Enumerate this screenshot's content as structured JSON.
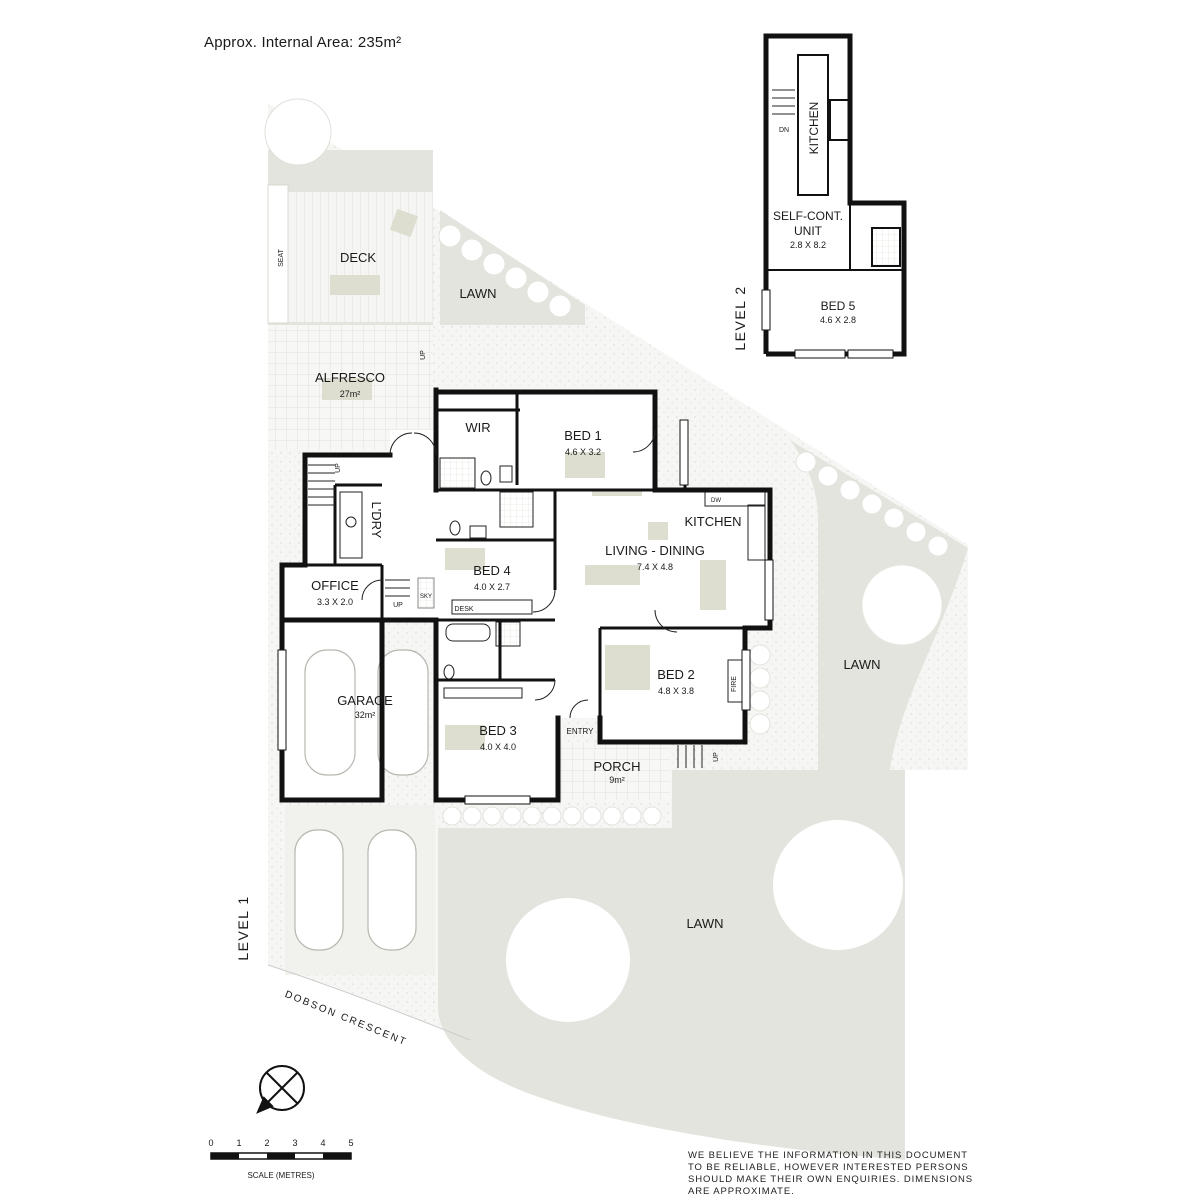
{
  "header": {
    "area": "Approx. Internal Area: 235m²"
  },
  "levels": {
    "level1": "LEVEL 1",
    "level2": "LEVEL 2"
  },
  "street": "DOBSON CRESCENT",
  "rooms": {
    "deck": {
      "name": "DECK"
    },
    "seat": {
      "name": "SEAT"
    },
    "alfresco": {
      "name": "ALFRESCO",
      "area": "27m²"
    },
    "wir": {
      "name": "WIR"
    },
    "bed1": {
      "name": "BED 1",
      "dims": "4.6 X 3.2"
    },
    "kitchen": {
      "name": "KITCHEN"
    },
    "living": {
      "name": "LIVING - DINING",
      "dims": "7.4 X 4.8"
    },
    "ldry": {
      "name": "L'DRY"
    },
    "office": {
      "name": "OFFICE",
      "dims": "3.3 X 2.0"
    },
    "bed4": {
      "name": "BED 4",
      "dims": "4.0 X 2.7"
    },
    "desk": {
      "name": "DESK"
    },
    "sky": {
      "name": "SKY"
    },
    "garage": {
      "name": "GARAGE",
      "area": "32m²"
    },
    "bed2": {
      "name": "BED 2",
      "dims": "4.8 X 3.8"
    },
    "fire": {
      "name": "FIRE"
    },
    "dw": {
      "name": "DW"
    },
    "bed3": {
      "name": "BED 3",
      "dims": "4.0 X 4.0"
    },
    "entry": {
      "name": "ENTRY"
    },
    "porch": {
      "name": "PORCH",
      "area": "9m²"
    },
    "lawn_top": {
      "name": "LAWN"
    },
    "lawn_right": {
      "name": "LAWN"
    },
    "lawn_bottom": {
      "name": "LAWN"
    }
  },
  "upper": {
    "kitchen": {
      "name": "KITCHEN"
    },
    "unit": {
      "name": "SELF-CONT. UNIT",
      "line1": "SELF-CONT.",
      "line2": "UNIT",
      "dims": "2.8 X 8.2"
    },
    "bed5": {
      "name": "BED 5",
      "dims": "4.6 X 2.8"
    },
    "dn": "DN"
  },
  "stairs": {
    "up": "UP"
  },
  "scale": {
    "ticks": [
      "0",
      "1",
      "2",
      "3",
      "4",
      "5"
    ],
    "label": "SCALE (METRES)"
  },
  "disclaimer": "We believe the information in this document to be reliable, however interested persons should make their own enquiries. Dimensions are approximate.",
  "colors": {
    "lawn": "#e4e4de",
    "paving": "#f4f4f2",
    "wall": "#111111",
    "furniture": "#ddddd0",
    "tree": "#ffffff"
  }
}
